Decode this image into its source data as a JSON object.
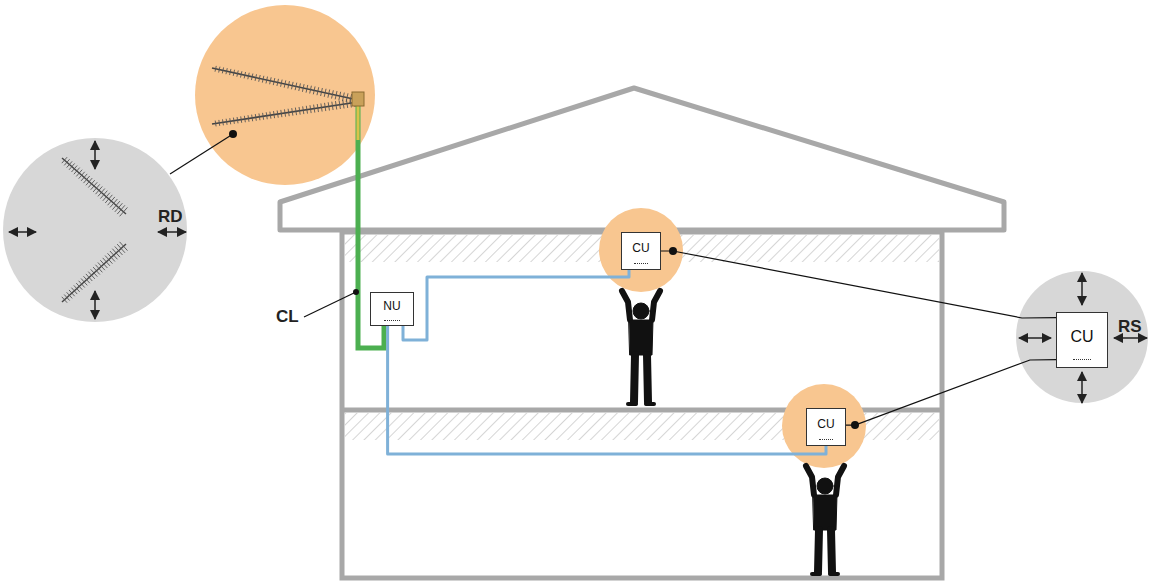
{
  "diagram": {
    "nodes": [
      {
        "text": [
          "CU"
        ]
      },
      {
        "text": [
          "NU"
        ]
      },
      {
        "text": [
          "CU"
        ]
      },
      {
        "text": [
          "CU"
        ]
      }
    ],
    "edges": [
      {
        "from": 1,
        "to": 0,
        "arrow": "none"
      },
      {
        "from": 1,
        "to": 3,
        "arrow": "none"
      },
      {
        "from": 0,
        "to": 2,
        "arrow": "none"
      },
      {
        "from": 3,
        "to": 2,
        "arrow": "none"
      }
    ],
    "labels": [
      "RD",
      "CL",
      "RS"
    ]
  }
}
